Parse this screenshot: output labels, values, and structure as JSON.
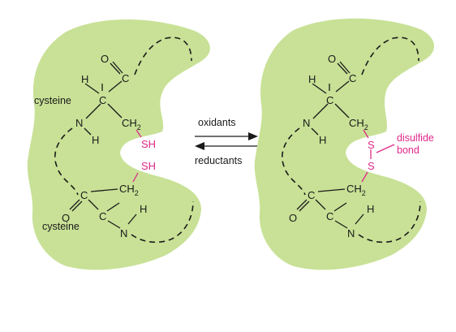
{
  "diagram": {
    "left_panel": {
      "label_top": "cysteine",
      "label_bottom": "cysteine",
      "atoms": {
        "h_top": "H",
        "c_alpha_top": "C",
        "c_carbonyl_top": "C",
        "o_top": "O",
        "n_top": "N",
        "h_n_top": "H",
        "ch2_top": "CH",
        "ch2_top_sub": "2",
        "sh_top": "SH",
        "sh_bottom": "SH",
        "ch2_bottom": "CH",
        "ch2_bottom_sub": "2",
        "c_carbonyl_bottom": "C",
        "o_bottom": "O",
        "c_alpha_bottom": "C",
        "h_bottom": "H",
        "n_bottom": "N"
      }
    },
    "arrows": {
      "forward_label": "oxidants",
      "reverse_label": "reductants"
    },
    "right_panel": {
      "atoms": {
        "h_top": "H",
        "c_alpha_top": "C",
        "c_carbonyl_top": "C",
        "o_top": "O",
        "n_top": "N",
        "h_n_top": "H",
        "ch2_top": "CH",
        "ch2_top_sub": "2",
        "s_top": "S",
        "s_bottom": "S",
        "ch2_bottom": "CH",
        "ch2_bottom_sub": "2",
        "c_carbonyl_bottom": "C",
        "o_bottom": "O",
        "c_alpha_bottom": "C",
        "h_bottom": "H",
        "n_bottom": "N"
      },
      "bond_label_line1": "disulfide",
      "bond_label_line2": "bond"
    },
    "colors": {
      "protein_fill": "#c8e196",
      "highlight": "#e0288a",
      "ink": "#1a1a1a"
    }
  }
}
